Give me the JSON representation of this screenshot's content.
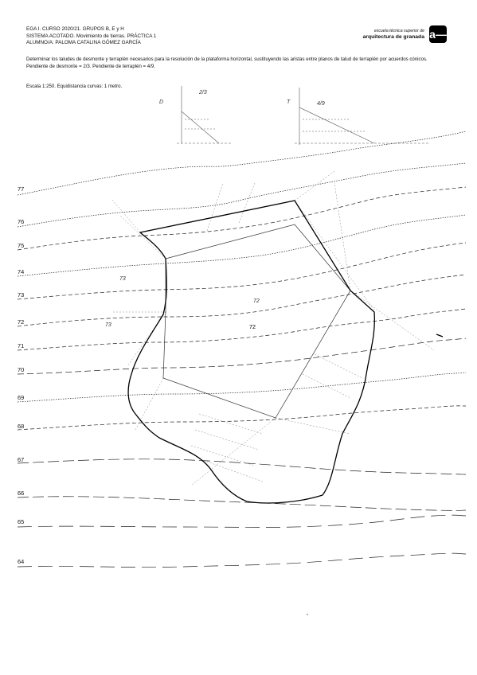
{
  "header": {
    "line1": "EGA I. CURSO 2020/21. GRUPOS B, E y H",
    "line2": "SISTEMA ACOTADO. Movimiento de tierras. PRÁCTICA 1",
    "line3": "ALUMNO/A: PALOMA CATALINA GÓMEZ GARCÍA"
  },
  "logo": {
    "subtitle": "escuela técnica superior de",
    "title": "arquitectura de granada",
    "mark": "a—"
  },
  "task": {
    "text": "Determinar los taludes de desmonte y terraplén necesarios para la resolución de la plataforma horizontal, sustituyendo las aristas entre planos de talud de terraplén por acuerdos cónicos. Pendiente de desmonte = 2/3. Pendiente de terraplén = 4/9.",
    "scale": "Escala 1:250. Equidistancia curvas: 1 metro."
  },
  "drawing": {
    "platform_label": "72",
    "contour_labels": [
      "77",
      "76",
      "75",
      "74",
      "73",
      "72",
      "71",
      "70",
      "69",
      "68",
      "67",
      "66",
      "65",
      "64"
    ],
    "slope_sketches": [
      {
        "ratio": "2/3",
        "marker": "D"
      },
      {
        "ratio": "4/9",
        "marker": "T"
      }
    ],
    "hand_notes": [
      "73",
      "73",
      "72"
    ]
  }
}
